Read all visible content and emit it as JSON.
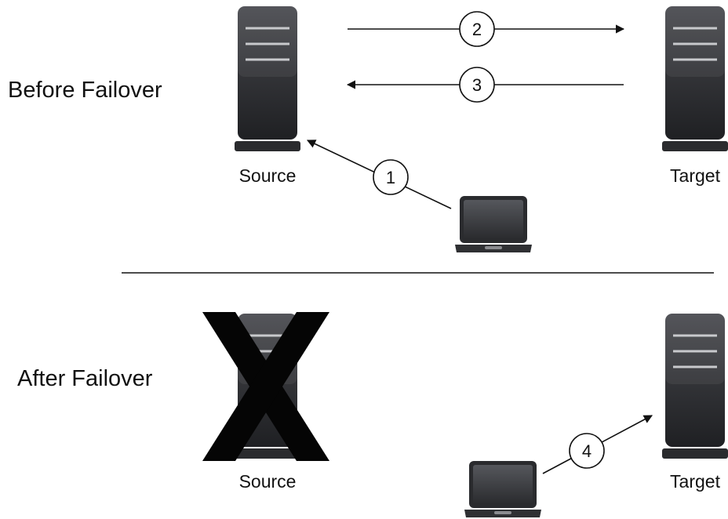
{
  "sections": {
    "before": {
      "title": "Before Failover",
      "source_label": "Source",
      "target_label": "Target"
    },
    "after": {
      "title": "After Failover",
      "source_label": "Source",
      "target_label": "Target"
    }
  },
  "steps": [
    "1",
    "2",
    "3",
    "4"
  ],
  "icons": {
    "server": "server-tower-icon",
    "client": "laptop-icon",
    "failed_marker": "x-mark-icon"
  },
  "colors": {
    "line": "#111111",
    "device_body": "#3a3b3f",
    "device_dark": "#1e1f22",
    "slot": "#c8c9cc"
  }
}
